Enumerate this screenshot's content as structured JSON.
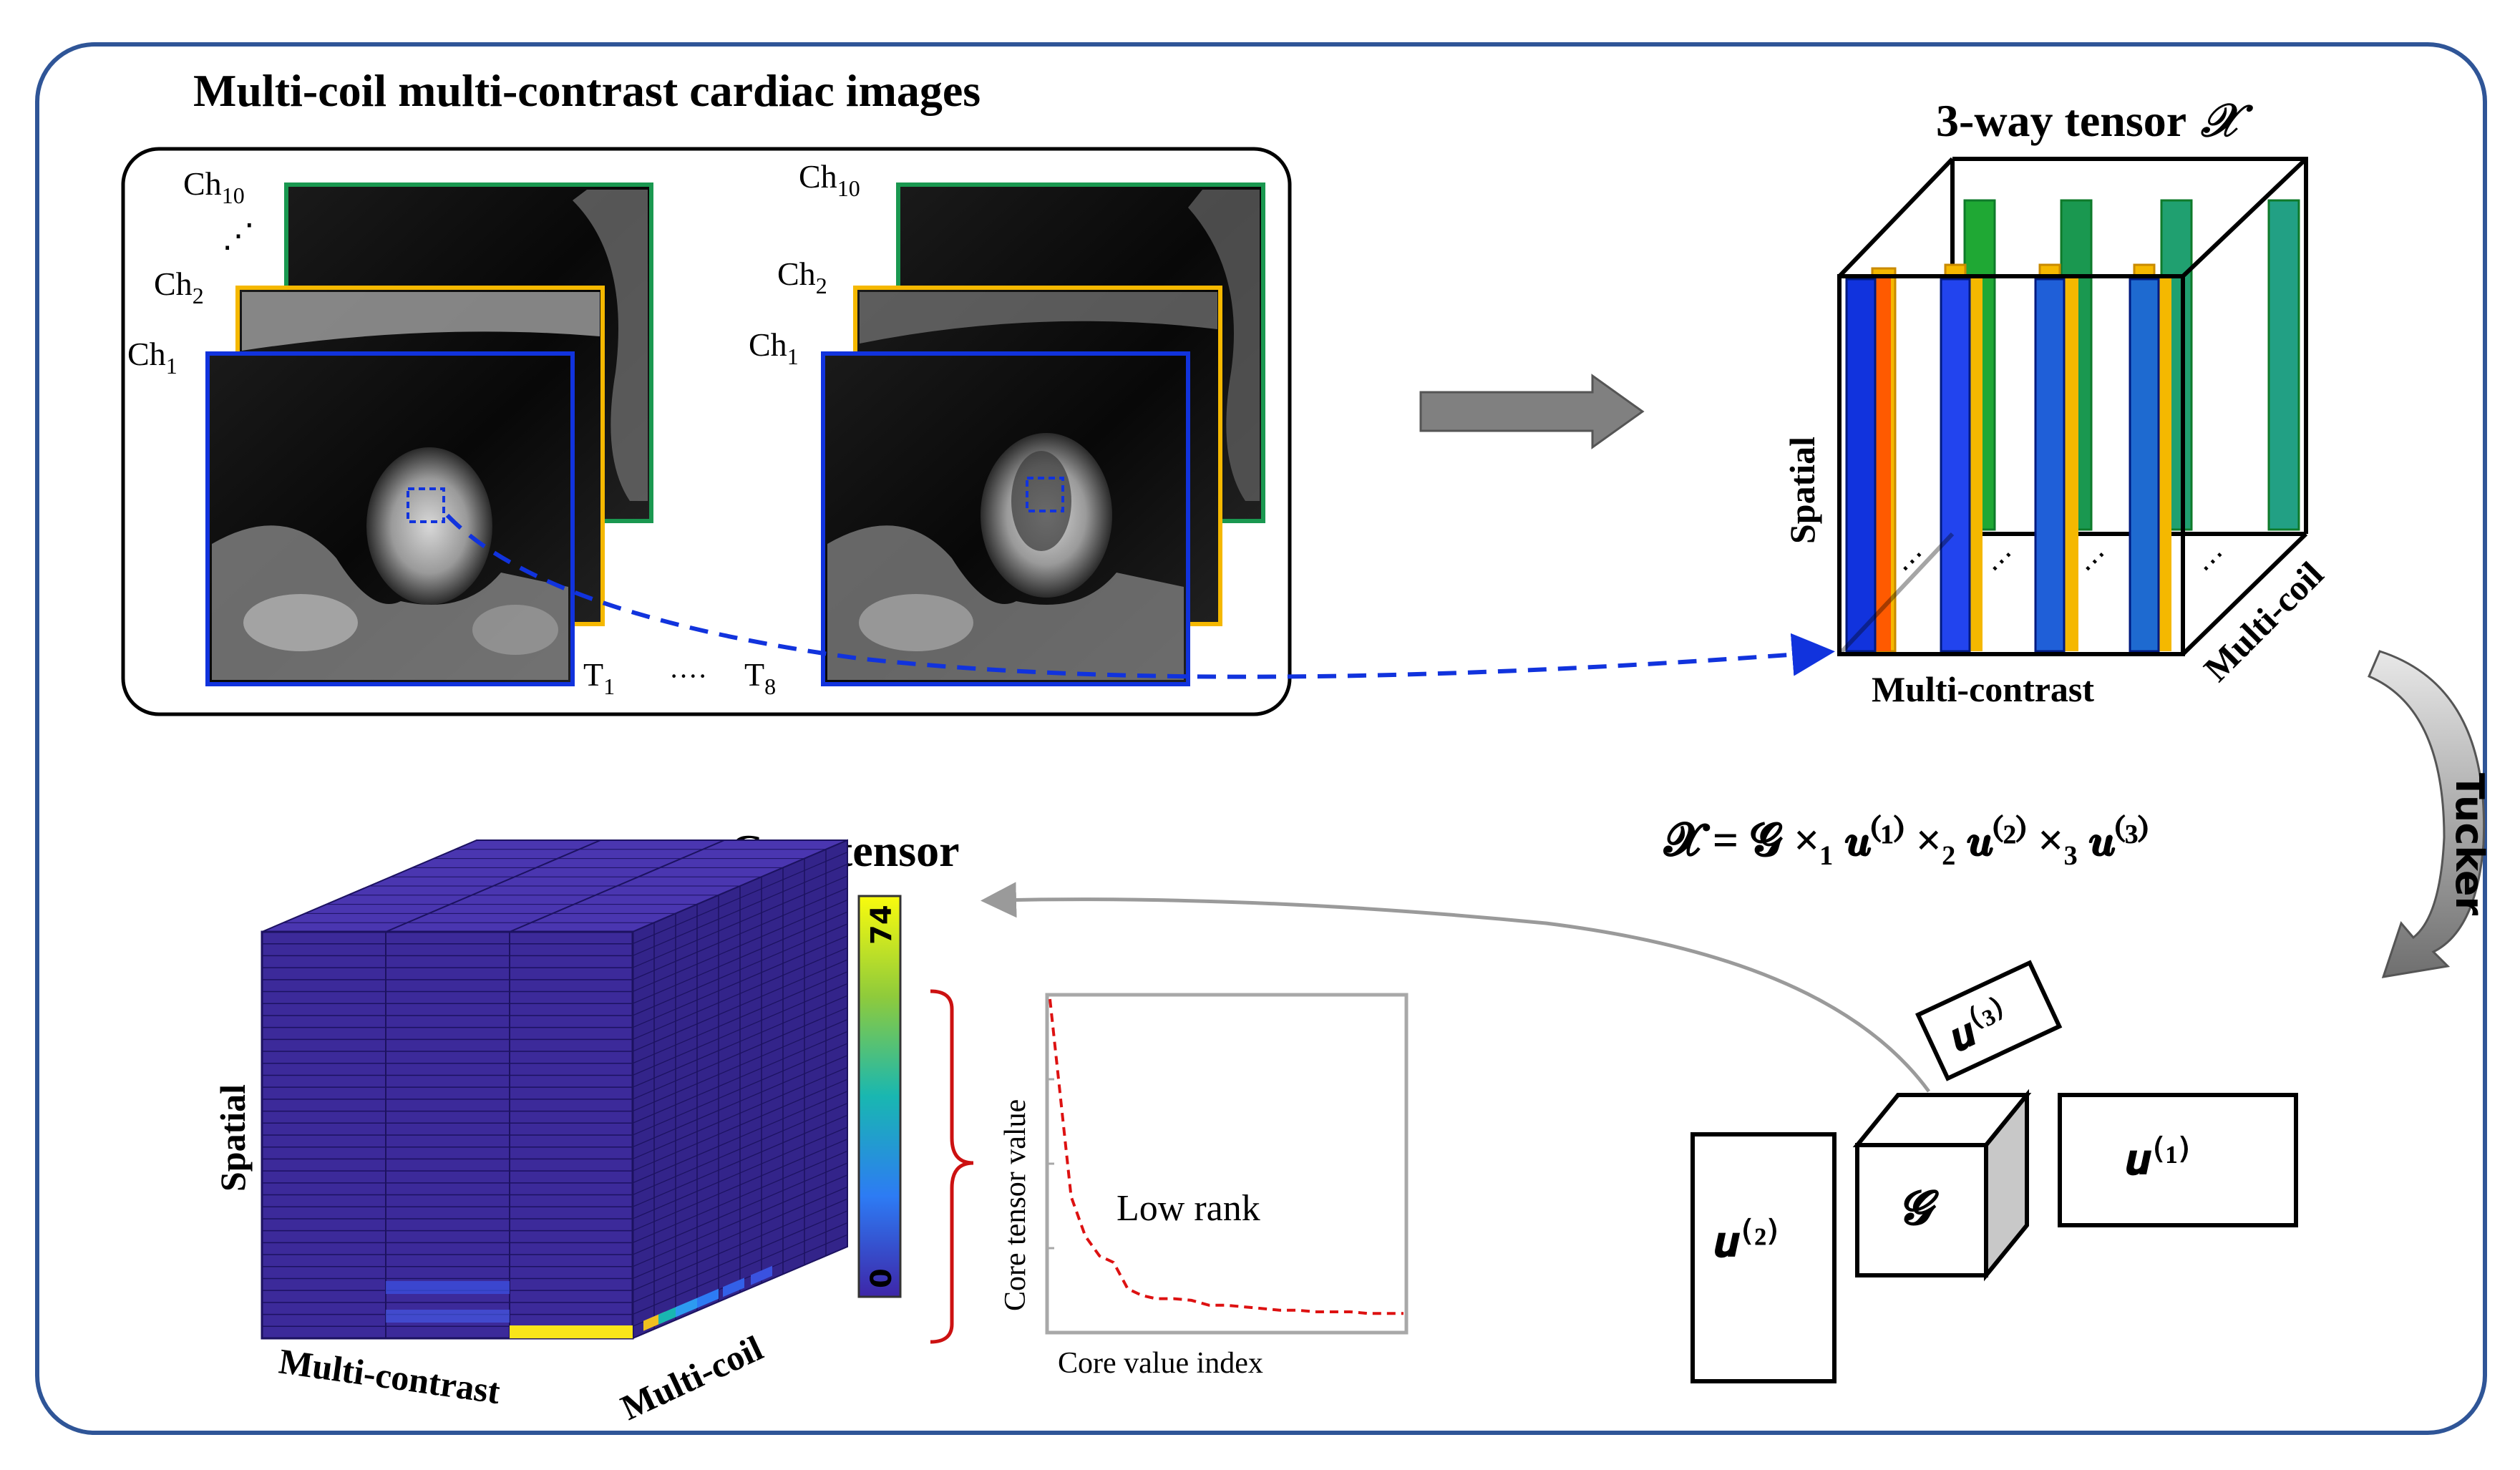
{
  "colors": {
    "frame": "#2f5597",
    "blue": "#1133dd",
    "yellow": "#f5b800",
    "green": "#1a9850",
    "orange": "#ff5a00",
    "gray_arrow": "#7f7f7f",
    "core_fill": "#3c2a9a",
    "red": "#cc1111"
  },
  "top": {
    "title": "Multi-coil multi-contrast cardiac images",
    "stack1": {
      "ch_top": "Ch",
      "ch_top_sub": "10",
      "ch_mid": "Ch",
      "ch_mid_sub": "2",
      "ch_bot": "Ch",
      "ch_bot_sub": "1",
      "dots": "⋰"
    },
    "stack2": {
      "ch_top": "Ch",
      "ch_top_sub": "10",
      "ch_mid": "Ch",
      "ch_mid_sub": "2",
      "ch_bot": "Ch",
      "ch_bot_sub": "1"
    },
    "t1": "T",
    "t1_sub": "1",
    "tdots": "····",
    "t8": "T",
    "t8_sub": "8"
  },
  "tensor": {
    "title": "3-way tensor",
    "symbol": "𝒳",
    "axis_spatial": "Spatial",
    "axis_contrast": "Multi-contrast",
    "axis_coil": "Multi-coil",
    "dots": "⋯"
  },
  "tucker": {
    "label": "Tucker",
    "equation": "𝓧 = 𝓖 ×₁ 𝒖⁽¹⁾ ×₂ 𝒖⁽²⁾ ×₃ 𝒖⁽³⁾",
    "u1": "𝒖⁽¹⁾",
    "u2": "𝒖⁽²⁾",
    "u3": "𝒖⁽³⁾",
    "g": "𝓖"
  },
  "core": {
    "title": "Core tensor",
    "axis_spatial": "Spatial",
    "axis_contrast": "Multi-contrast",
    "axis_coil": "Multi-coil",
    "colorbar_max": "74",
    "colorbar_min": "0"
  },
  "rank_chart": {
    "ylabel": "Core tensor value",
    "xlabel": "Core value index",
    "annotation": "Low rank"
  },
  "chart_data": {
    "type": "line",
    "title": "",
    "xlabel": "Core value index",
    "ylabel": "Core tensor value",
    "series": [
      {
        "x": [
          0,
          3,
          6,
          10,
          14,
          18,
          22,
          26,
          30,
          35,
          40,
          45,
          50,
          55,
          60,
          65,
          70,
          75,
          80,
          85,
          90,
          95,
          100
        ],
        "y": [
          100,
          70,
          40,
          28,
          22,
          20,
          12,
          10,
          9,
          9,
          8.5,
          7,
          7,
          6.5,
          6,
          5.5,
          5.5,
          5,
          5,
          5,
          4.5,
          4.5,
          4.5
        ]
      }
    ],
    "xlim": [
      0,
      100
    ],
    "ylim": [
      0,
      100
    ],
    "grid": false,
    "annotation": "Low rank"
  }
}
